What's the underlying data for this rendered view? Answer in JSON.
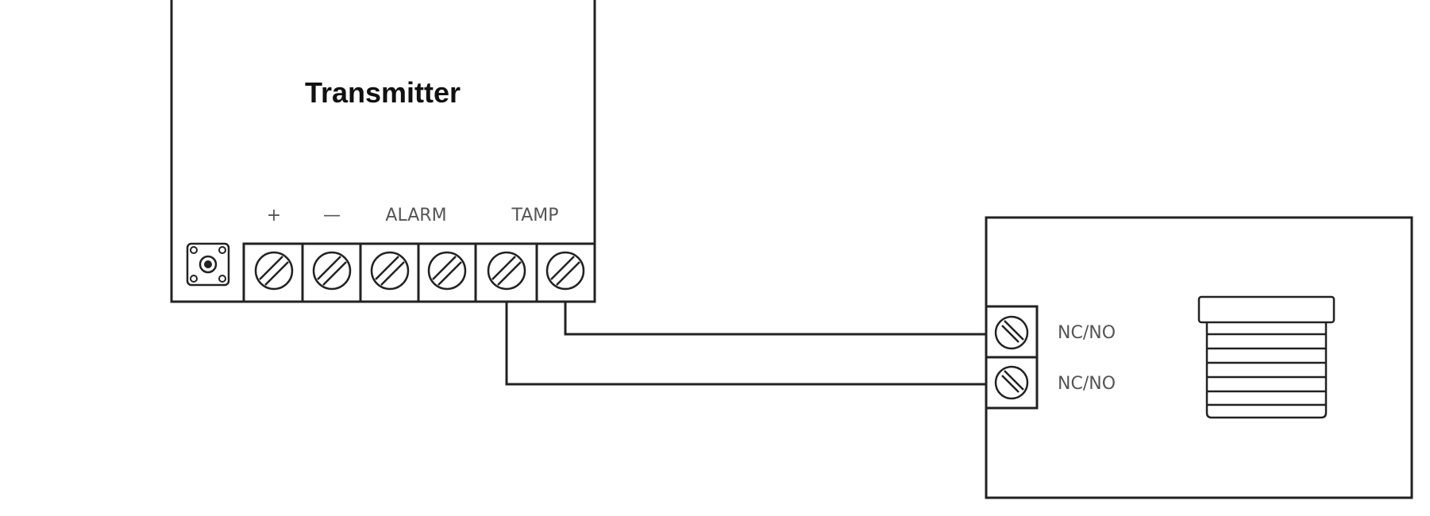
{
  "transmitter": {
    "title": "Transmitter",
    "terminal_labels": {
      "plus": "+",
      "minus": "—",
      "alarm": "ALARM",
      "tamp": "TAMP"
    }
  },
  "sensor": {
    "terminal_labels": [
      "NC/NO",
      "NC/NO"
    ]
  },
  "colors": {
    "line": "#222222",
    "label": "#555555",
    "background": "#ffffff"
  }
}
